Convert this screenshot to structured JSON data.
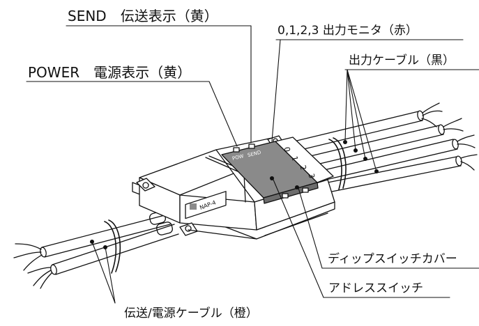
{
  "labels": {
    "send": "SEND　伝送表示（黄）",
    "monitor": "0,1,2,3 出力モニタ（赤）",
    "power": "POWER　電源表示（黄）",
    "output_cable": "出力ケーブル（黒）",
    "dip_cover": "ディップスイッチカバー",
    "address_switch": "アドレススイッチ",
    "transmission_cable": "伝送/電源ケーブル（橙）"
  },
  "device": {
    "model": "NAP-4",
    "led_pow": "POW",
    "led_send": "SEND",
    "channels": [
      "0",
      "1",
      "2",
      "3"
    ]
  }
}
